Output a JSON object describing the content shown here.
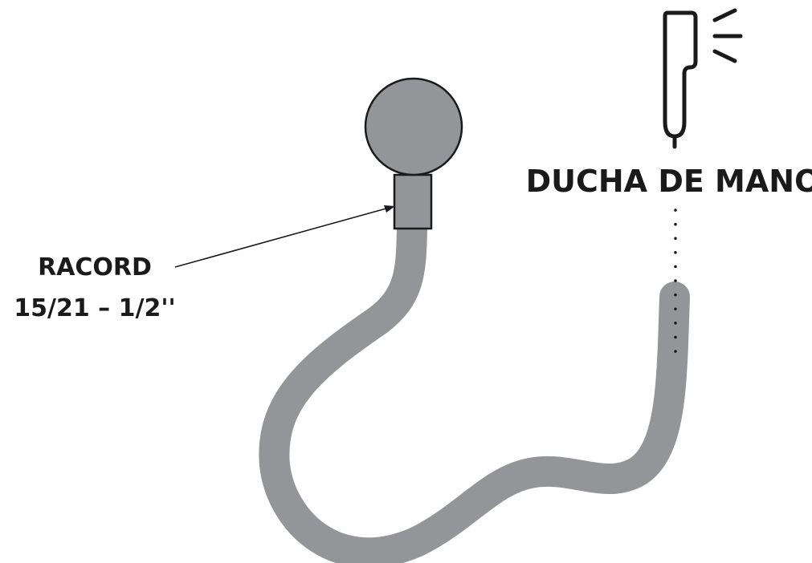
{
  "labels": {
    "racord_line1": "RACORD",
    "racord_line2": "15/21 – 1/2''",
    "hand_shower": "DUCHA DE MANO"
  },
  "colors": {
    "hose": "#939598",
    "ink": "#1a1a1a",
    "background": "#ffffff"
  },
  "icons": {
    "hand_shower": "hand-shower-icon"
  }
}
